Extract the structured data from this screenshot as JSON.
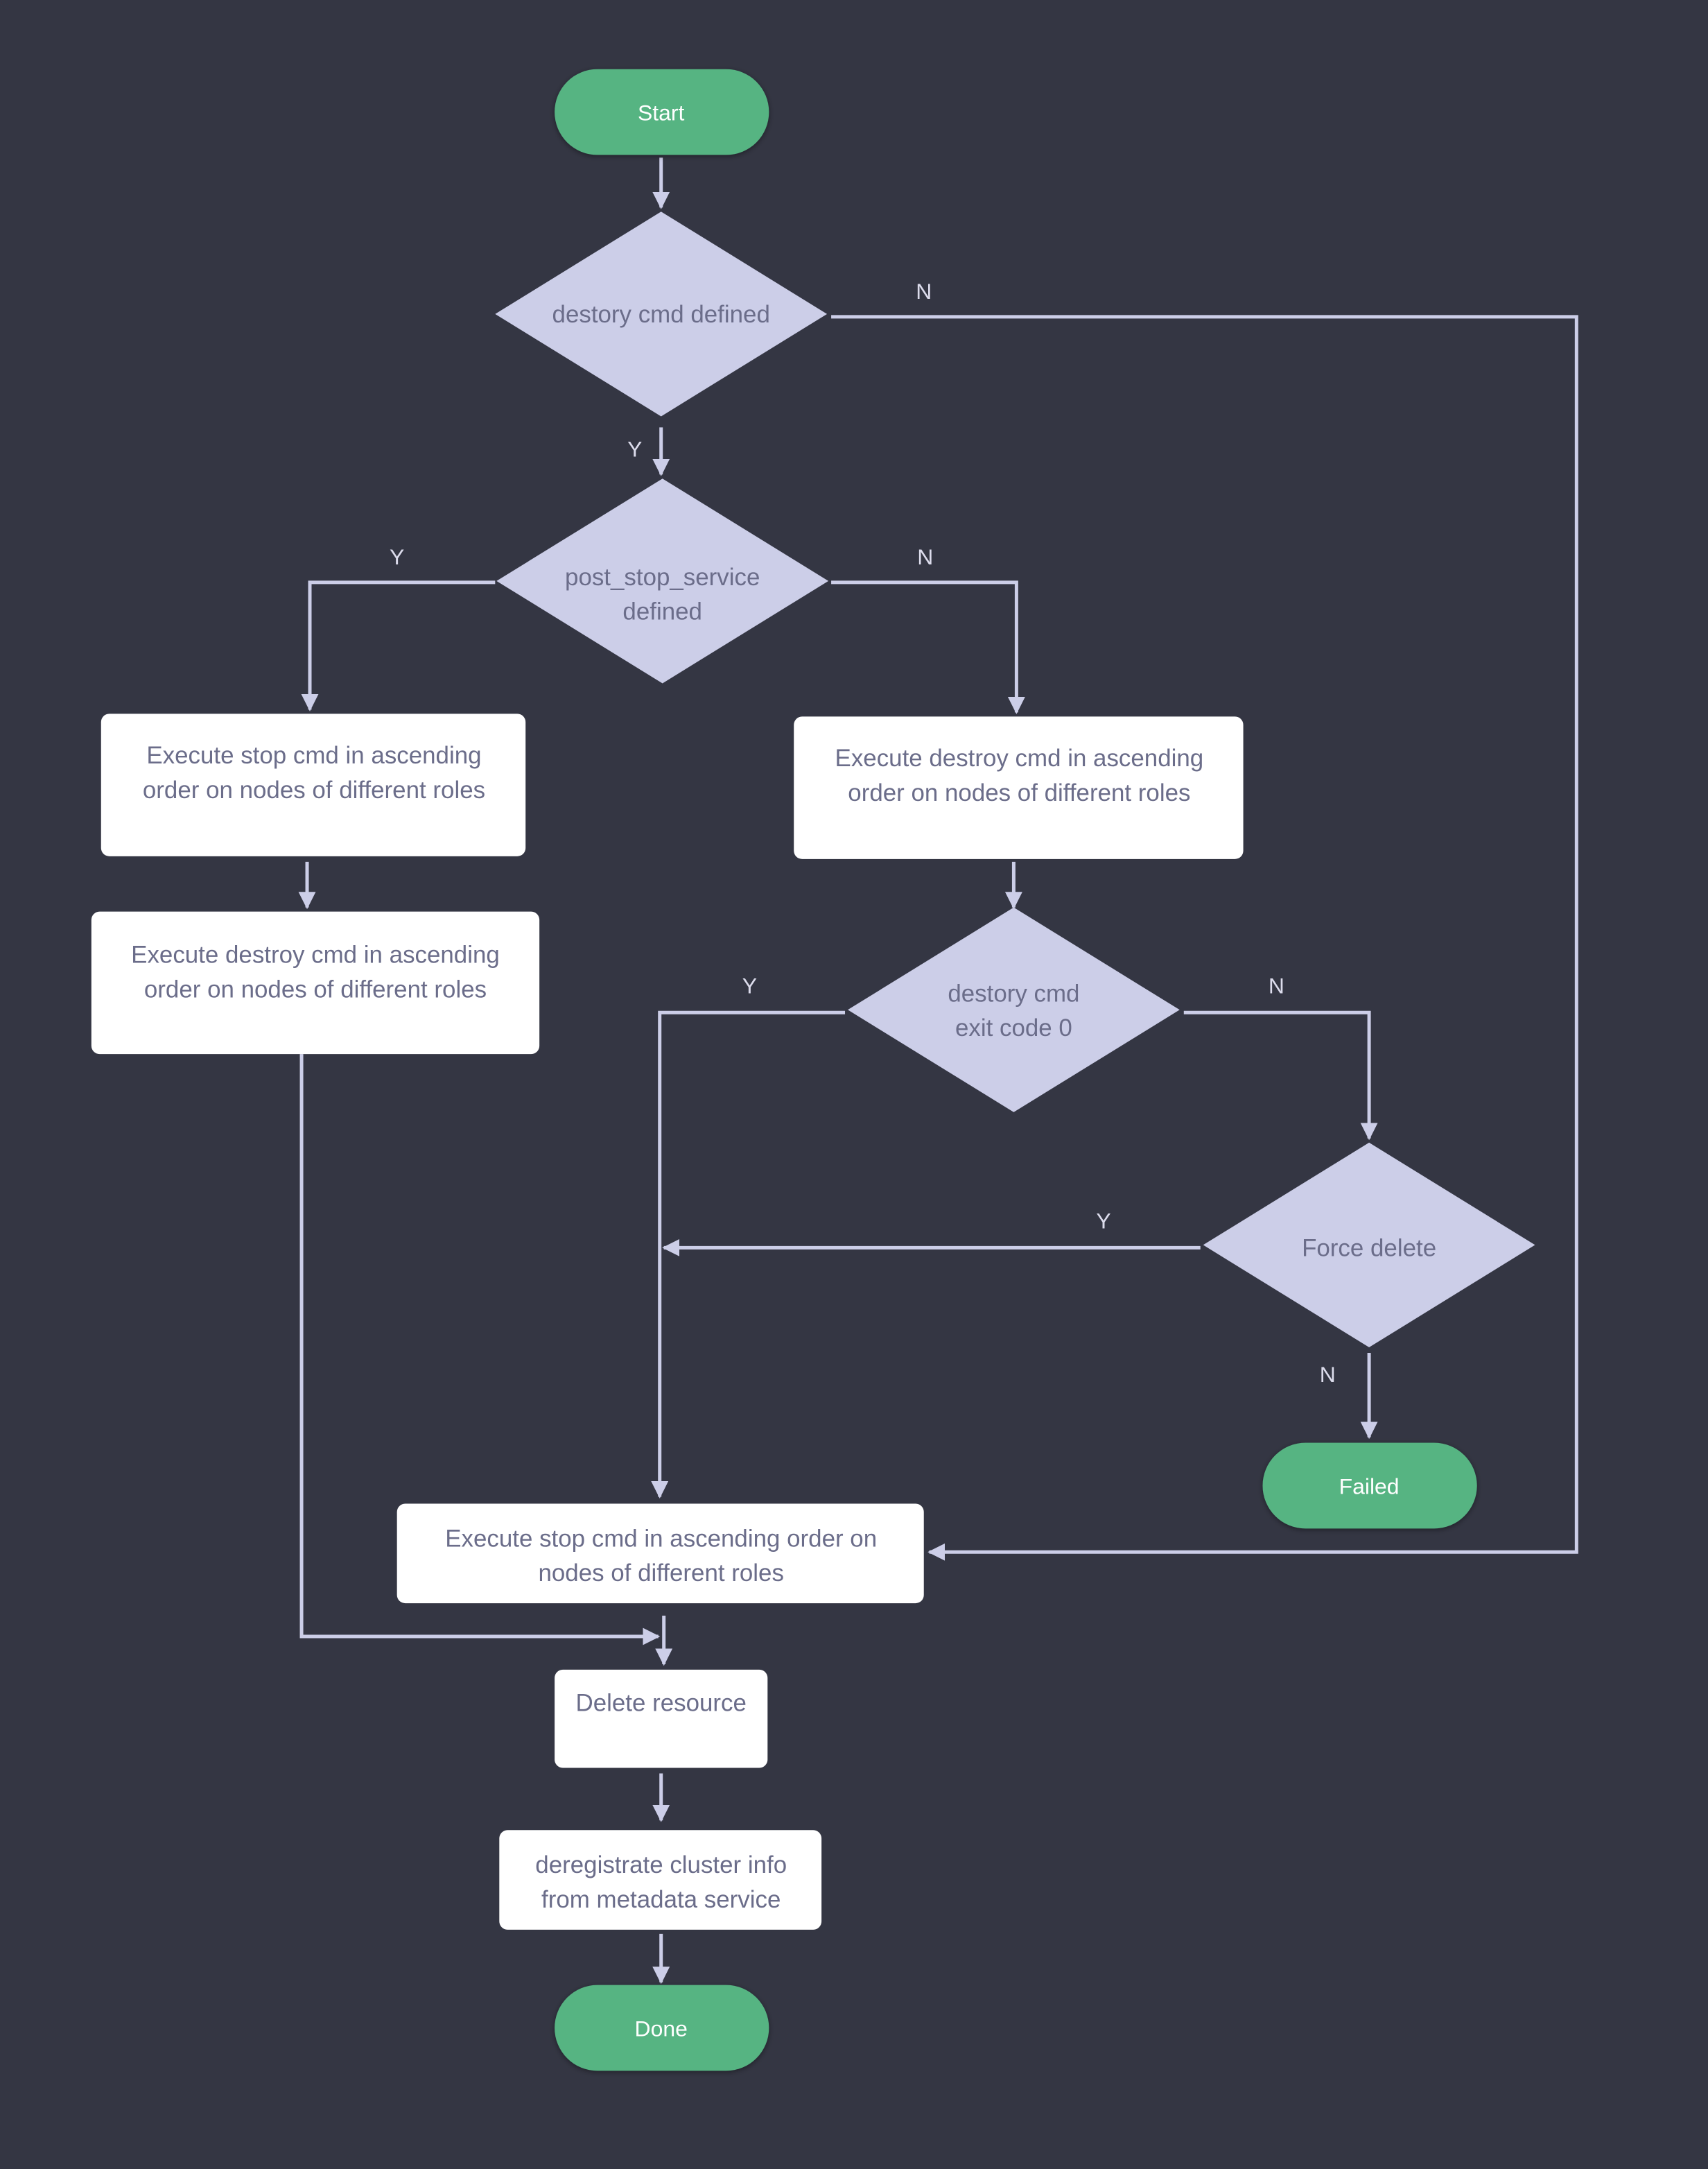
{
  "colors": {
    "background": "#343643",
    "terminal": "#56b482",
    "decision": "#cccee8",
    "process": "#ffffff",
    "text": "#6b6d8a",
    "edge": "#cccee8"
  },
  "nodes": {
    "start": "Start",
    "destroy_defined": "destory cmd defined",
    "post_stop": [
      "post_stop_service",
      "defined"
    ],
    "stop_asc_left": [
      "Execute stop cmd in ascending",
      "order on nodes of different roles"
    ],
    "destroy_asc_right": [
      "Execute destroy cmd in ascending",
      "order on nodes of different roles"
    ],
    "destroy_asc_left": [
      "Execute destroy cmd in ascending",
      "order on nodes of different roles"
    ],
    "exit_code": [
      "destory cmd",
      "exit code 0"
    ],
    "force_delete": "Force delete",
    "failed": "Failed",
    "stop_asc_bottom": [
      "Execute stop cmd in ascending order on",
      "nodes of different roles"
    ],
    "delete_resource": "Delete resource",
    "deregistrate": [
      "deregistrate cluster info",
      "from metadata service"
    ],
    "done": "Done"
  },
  "edge_labels": {
    "d1_n": "N",
    "d1_y": "Y",
    "d2_y": "Y",
    "d2_n": "N",
    "d3_y": "Y",
    "d3_n": "N",
    "d4_y": "Y",
    "d4_n": "N"
  }
}
